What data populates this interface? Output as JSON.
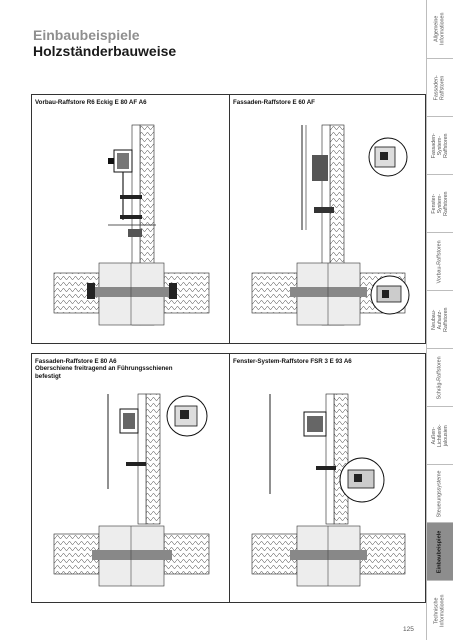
{
  "header": {
    "title_line1": "Einbaubeispiele",
    "title_line2": "Holzständerbauweise"
  },
  "panels": [
    {
      "label": "Vorbau-Raffstore R6 Eckig E 80 AF A6"
    },
    {
      "label": "Fassaden-Raffstore E 60 AF"
    },
    {
      "label": "Fassaden-Raffstore E 80 A6\nOberschiene freitragend an  Führungsschienen\nbefestigt"
    },
    {
      "label": "Fenster-System-Raffstore FSR 3 E 93 A6"
    }
  ],
  "side_nav": {
    "items": [
      {
        "label": "Allgemeine\nInformationen",
        "active": false
      },
      {
        "label": "Fassaden-\nRaffstoren",
        "active": false
      },
      {
        "label": "Fassaden-System-\nRaffstoren",
        "active": false
      },
      {
        "label": "Fenster-System-\nRaffstoren",
        "active": false
      },
      {
        "label": "Vorbau-Raffstoren",
        "active": false
      },
      {
        "label": "Neubau-Aufsatz-\nRaffstoren",
        "active": false
      },
      {
        "label": "Schräg-Raffstoren",
        "active": false
      },
      {
        "label": "Außen-Lichtlenk-\njalousien",
        "active": false
      },
      {
        "label": "Steuerungssysteme",
        "active": false
      },
      {
        "label": "Einbaubeispiele",
        "active": true
      },
      {
        "label": "Technische\nInformationen",
        "active": false
      }
    ]
  },
  "footer": {
    "page_number": "125"
  },
  "colors": {
    "active_tab": "#8d8d8d",
    "title_grey": "#8f8f8f",
    "rule": "#bdbdbd"
  }
}
